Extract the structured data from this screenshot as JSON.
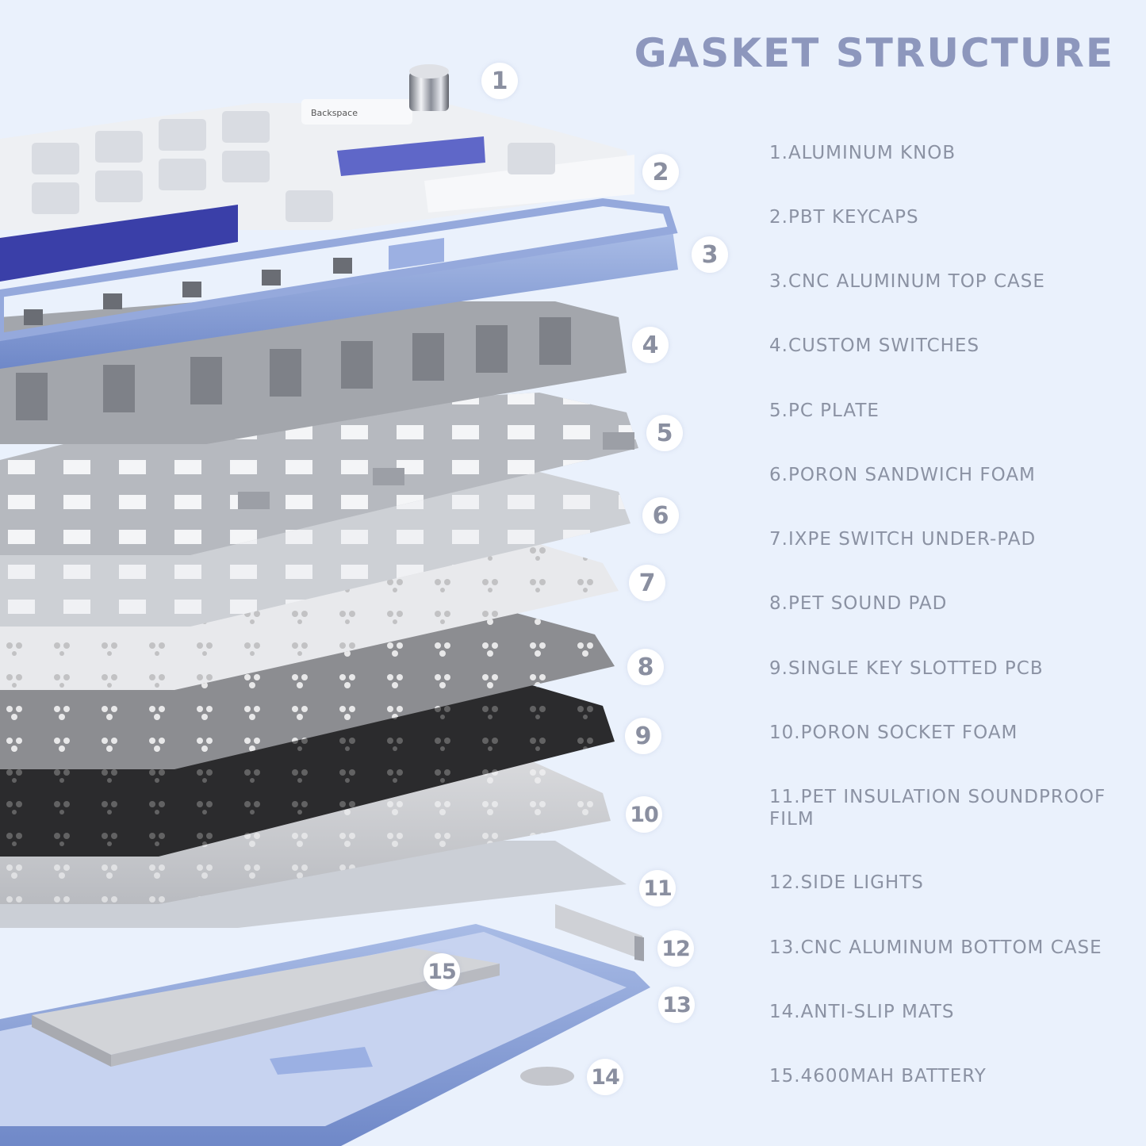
{
  "title": "GASKET STRUCTURE",
  "components": [
    {
      "number": "1",
      "label": "1.ALUMINUM KNOB"
    },
    {
      "number": "2",
      "label": "2.PBT KEYCAPS"
    },
    {
      "number": "3",
      "label": "3.CNC ALUMINUM TOP CASE"
    },
    {
      "number": "4",
      "label": "4.CUSTOM SWITCHES"
    },
    {
      "number": "5",
      "label": "5.PC PLATE"
    },
    {
      "number": "6",
      "label": "6.PORON SANDWICH FOAM"
    },
    {
      "number": "7",
      "label": "7.IXPE SWITCH UNDER-PAD"
    },
    {
      "number": "8",
      "label": "8.PET SOUND PAD"
    },
    {
      "number": "9",
      "label": "9.SINGLE KEY SLOTTED PCB"
    },
    {
      "number": "10",
      "label": "10.PORON SOCKET FOAM"
    },
    {
      "number": "11",
      "label": "11.PET INSULATION SOUNDPROOF FILM"
    },
    {
      "number": "12",
      "label": "12.SIDE LIGHTS"
    },
    {
      "number": "13",
      "label": "13.CNC ALUMINUM BOTTOM CASE"
    },
    {
      "number": "14",
      "label": "14.ANTI-SLIP MATS"
    },
    {
      "number": "15",
      "label": "15.4600MAH BATTERY"
    }
  ],
  "keycap_legends": {
    "backspace": "Backspace"
  },
  "colors": {
    "background": "#eaf1fc",
    "title": "#8d97bd",
    "label": "#8b92a3",
    "aluminum_case": "#8fa6dc",
    "accent_key": "#3a3fa8",
    "pcb": "#2c2c2c"
  }
}
